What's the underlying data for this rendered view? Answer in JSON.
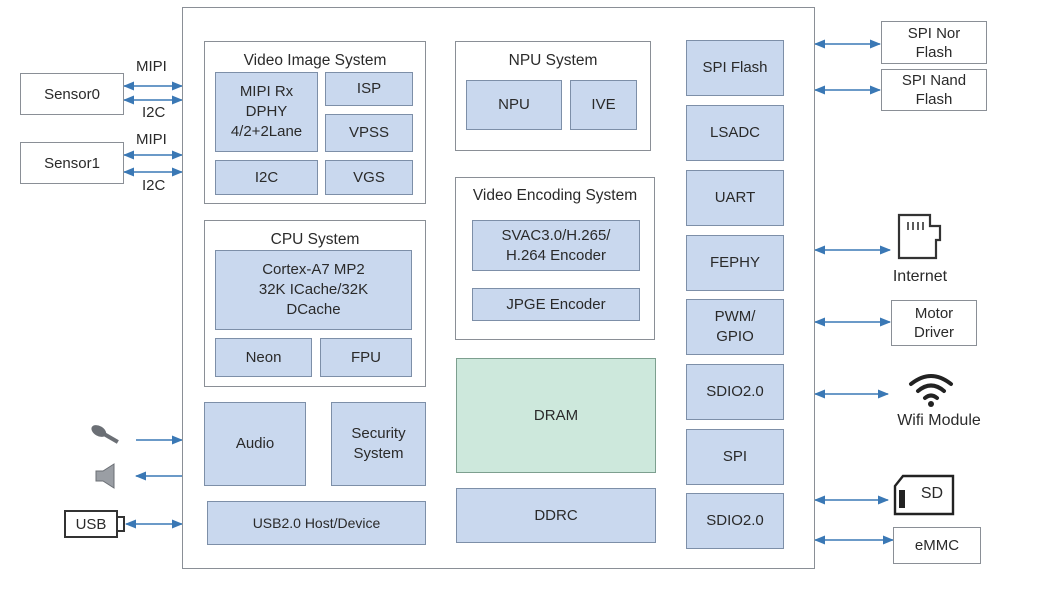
{
  "external_left": {
    "sensor0": "Sensor0",
    "sensor1": "Sensor1",
    "mipi_0": "MIPI",
    "i2c_0": "I2C",
    "mipi_1": "MIPI",
    "i2c_1": "I2C",
    "usb": "USB"
  },
  "video_image_system": {
    "title": "Video Image System",
    "mipi_rx": "MIPI Rx\nDPHY\n4/2+2Lane",
    "isp": "ISP",
    "vpss": "VPSS",
    "i2c": "I2C",
    "vgs": "VGS"
  },
  "cpu_system": {
    "title": "CPU System",
    "cortex": "Cortex-A7 MP2\n32K ICache/32K\nDCache",
    "neon": "Neon",
    "fpu": "FPU"
  },
  "audio": "Audio",
  "security": "Security\nSystem",
  "usb_host": "USB2.0 Host/Device",
  "npu_system": {
    "title": "NPU System",
    "npu": "NPU",
    "ive": "IVE"
  },
  "video_encoding_system": {
    "title": "Video Encoding System",
    "svac": "SVAC3.0/H.265/\nH.264 Encoder",
    "jpge": "JPGE Encoder"
  },
  "dram": "DRAM",
  "ddrc": "DDRC",
  "right_column": {
    "spi_flash": "SPI Flash",
    "lsadc": "LSADC",
    "uart": "UART",
    "fephy": "FEPHY",
    "pwm_gpio": "PWM/\nGPIO",
    "sdio_1": "SDIO2.0",
    "spi": "SPI",
    "sdio_2": "SDIO2.0"
  },
  "external_right": {
    "spi_nor": "SPI Nor\nFlash",
    "spi_nand": "SPI Nand\nFlash",
    "internet": "Internet",
    "motor": "Motor\nDriver",
    "wifi": "Wifi Module",
    "sd": "SD",
    "emmc": "eMMC"
  },
  "colors": {
    "block_fill": "#c9d8ee",
    "dram_fill": "#cde8dc",
    "arrow": "#3a78b5"
  },
  "icons": {
    "microphone": "microphone-icon",
    "speaker": "speaker-icon",
    "ethernet": "ethernet-port-icon",
    "wifi": "wifi-icon",
    "sd_card": "sd-card-icon"
  }
}
